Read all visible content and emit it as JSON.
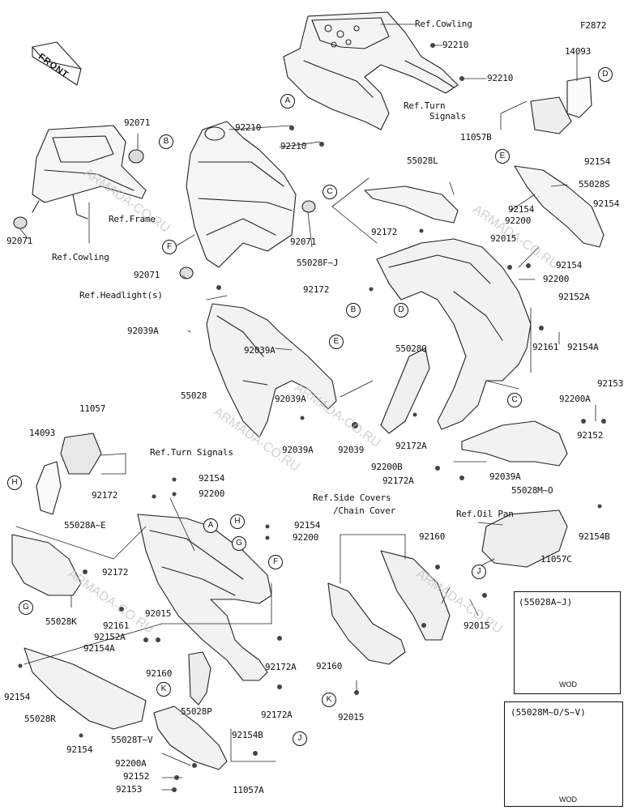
{
  "figure_code": "F2872",
  "front_label": "FRONT",
  "watermark": "ARMADA-CO.RU",
  "part_numbers": {
    "p14093_top": "14093",
    "p14093_left": "14093",
    "p11057_mid": "11057",
    "p11057A": "11057A",
    "p11057B": "11057B",
    "p11057C": "11057C",
    "p55028": "55028",
    "p55028AE": "55028A~E",
    "p55028FJ": "55028F~J",
    "p55028K": "55028K",
    "p55028L": "55028L",
    "p55028MO": "55028M~O",
    "p55028P": "55028P",
    "p55028Q": "55028Q",
    "p55028R": "55028R",
    "p55028S": "55028S",
    "p55028TV": "55028T~V",
    "p92015_a": "92015",
    "p92015_b": "92015",
    "p92015_c": "92015",
    "p92015_d": "92015",
    "p92039": "92039",
    "p92039A_a": "92039A",
    "p92039A_b": "92039A",
    "p92039A_c": "92039A",
    "p92039A_d": "92039A",
    "p92039A_e": "92039A",
    "p92071_a": "92071",
    "p92071_b": "92071",
    "p92071_c": "92071",
    "p92071_d": "92071",
    "p92152": "92152",
    "p92152_b": "92152",
    "p92152A_a": "92152A",
    "p92152A_b": "92152A",
    "p92153_a": "92153",
    "p92153_b": "92153",
    "p92154_a": "92154",
    "p92154_b": "92154",
    "p92154_c": "92154",
    "p92154_d": "92154",
    "p92154_e": "92154",
    "p92154_f": "92154",
    "p92154_g": "92154",
    "p92154_h": "92154",
    "p92154A_a": "92154A",
    "p92154A_b": "92154A",
    "p92154B_a": "92154B",
    "p92154B_b": "92154B",
    "p92160_a": "92160",
    "p92160_b": "92160",
    "p92160_c": "92160",
    "p92161_a": "92161",
    "p92161_b": "92161",
    "p92172_a": "92172",
    "p92172_b": "92172",
    "p92172_c": "92172",
    "p92172_d": "92172",
    "p92172A_a": "92172A",
    "p92172A_b": "92172A",
    "p92172A_c": "92172A",
    "p92172A_d": "92172A",
    "p92200_a": "92200",
    "p92200_b": "92200",
    "p92200_c": "92200",
    "p92200_d": "92200",
    "p92200A_a": "92200A",
    "p92200A_b": "92200A",
    "p92200B": "92200B",
    "p92210_a": "92210",
    "p92210_b": "92210",
    "p92210_c": "92210",
    "p92210_d": "92210"
  },
  "references": {
    "cowling_top": "Ref.Cowling",
    "turn_signals_top_1": "Ref.Turn",
    "turn_signals_top_2": "Signals",
    "frame": "Ref.Frame",
    "cowling_left": "Ref.Cowling",
    "headlight": "Ref.Headlight(s)",
    "turn_signals_mid": "Ref.Turn Signals",
    "side_covers_1": "Ref.Side Covers",
    "side_covers_2": "/Chain Cover",
    "oil_pan": "Ref.Oil Pan"
  },
  "callouts": {
    "A1": "A",
    "A2": "A",
    "B1": "B",
    "B2": "B",
    "C1": "C",
    "C2": "C",
    "D1": "D",
    "D2": "D",
    "E1": "E",
    "E2": "E",
    "F1": "F",
    "F2": "F",
    "G1": "G",
    "G2": "G",
    "H1": "H",
    "H2": "H",
    "J1": "J",
    "J2": "J",
    "K1": "K",
    "K2": "K"
  },
  "insets": {
    "inset1_title": "(55028A~J)",
    "inset1_note": "WOD",
    "inset2_title": "(55028M~O/S~V)",
    "inset2_note": "WOD"
  }
}
